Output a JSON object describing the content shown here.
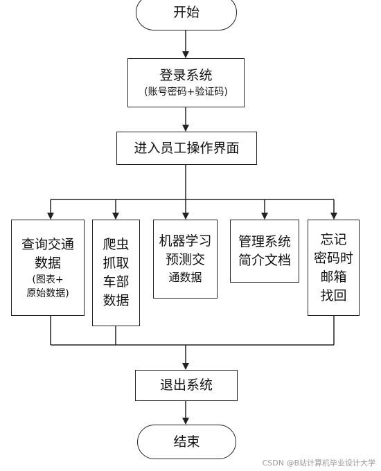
{
  "nodes": {
    "start": {
      "label": "开始"
    },
    "login": {
      "title": "登录系统",
      "subtitle": "(账号密码+验证码)"
    },
    "enter": {
      "label": "进入员工操作界面"
    },
    "query": {
      "lines": [
        "查询交通",
        "数据"
      ],
      "note_lines": [
        "(图表+",
        "原始数据)"
      ]
    },
    "crawl": {
      "lines": [
        "爬虫",
        "抓取",
        "车部",
        "数据"
      ]
    },
    "ml": {
      "lines": [
        "机器学习",
        "预测交"
      ],
      "note_lines": [
        "通数据"
      ]
    },
    "docs": {
      "lines": [
        "管理系统",
        "简介文档"
      ]
    },
    "forgot": {
      "lines": [
        "忘记",
        "密码时",
        "邮箱",
        "找回"
      ]
    },
    "exit": {
      "label": "退出系统"
    },
    "end": {
      "label": "结束"
    }
  },
  "watermark": "CSDN @B站计算机毕业设计大学"
}
